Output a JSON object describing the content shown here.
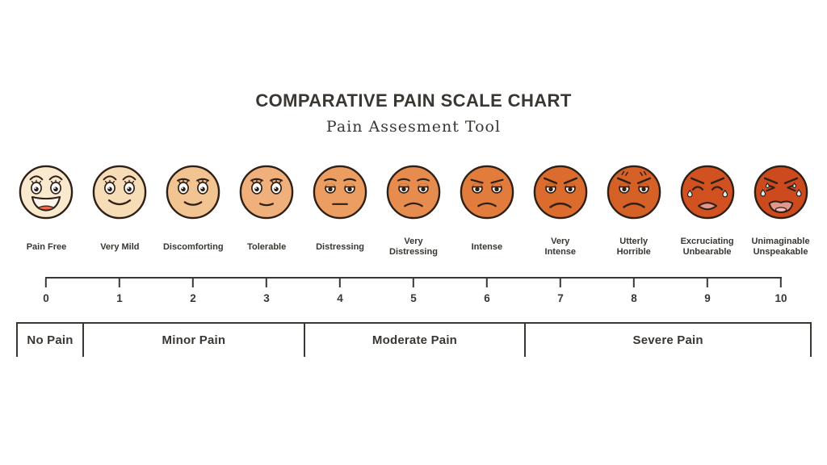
{
  "title": "COMPARATIVE PAIN SCALE CHART",
  "subtitle": "Pain Assesment Tool",
  "colors": {
    "ink": "#3a3632",
    "outline": "#2f2017"
  },
  "faces": [
    {
      "value": "0",
      "label_lines": [
        "Pain Free"
      ],
      "color": "#f8e9cf",
      "eyes": "open",
      "brows": "raised",
      "mouth": "bigsmile",
      "tears": "none",
      "marks": false
    },
    {
      "value": "1",
      "label_lines": [
        "Very Mild"
      ],
      "color": "#f7dcb8",
      "eyes": "open",
      "brows": "raised",
      "mouth": "smile",
      "tears": "none",
      "marks": false
    },
    {
      "value": "2",
      "label_lines": [
        "Discomforting"
      ],
      "color": "#f2c492",
      "eyes": "open",
      "brows": "flat",
      "mouth": "slight",
      "tears": "none",
      "marks": false
    },
    {
      "value": "3",
      "label_lines": [
        "Tolerable"
      ],
      "color": "#efb07c",
      "eyes": "open",
      "brows": "flat",
      "mouth": "tiny",
      "tears": "none",
      "marks": false
    },
    {
      "value": "4",
      "label_lines": [
        "Distressing"
      ],
      "color": "#ec9d61",
      "eyes": "lidded",
      "brows": "flat",
      "mouth": "flat",
      "tears": "none",
      "marks": false
    },
    {
      "value": "5",
      "label_lines": [
        "Very",
        "Distressing"
      ],
      "color": "#e78c4f",
      "eyes": "lidded",
      "brows": "flat",
      "mouth": "frown",
      "tears": "none",
      "marks": false
    },
    {
      "value": "6",
      "label_lines": [
        "Intense"
      ],
      "color": "#e17c3d",
      "eyes": "lidded",
      "brows": "angrylite",
      "mouth": "frown",
      "tears": "none",
      "marks": false
    },
    {
      "value": "7",
      "label_lines": [
        "Very",
        "Intense"
      ],
      "color": "#db6c2e",
      "eyes": "lidded",
      "brows": "angry",
      "mouth": "bigfrown",
      "tears": "none",
      "marks": false
    },
    {
      "value": "8",
      "label_lines": [
        "Utterly",
        "Horrible"
      ],
      "color": "#d66127",
      "eyes": "lidded",
      "brows": "angry",
      "mouth": "bigfrown",
      "tears": "none",
      "marks": true
    },
    {
      "value": "9",
      "label_lines": [
        "Excruciating",
        "Unbearable"
      ],
      "color": "#d15120",
      "eyes": "closed",
      "brows": "angry",
      "mouth": "cryopen",
      "tears": "some",
      "marks": false
    },
    {
      "value": "10",
      "label_lines": [
        "Unimaginable",
        "Unspeakable"
      ],
      "color": "#cc4a1e",
      "eyes": "squeezed",
      "brows": "angry",
      "mouth": "crywide",
      "tears": "heavy",
      "marks": false
    }
  ],
  "categories": [
    {
      "label": "No Pain",
      "start": -0.4,
      "end": 0.5
    },
    {
      "label": "Minor Pain",
      "start": 0.5,
      "end": 3.5
    },
    {
      "label": "Moderate Pain",
      "start": 3.5,
      "end": 6.5
    },
    {
      "label": "Severe Pain",
      "start": 6.5,
      "end": 10.4
    }
  ]
}
